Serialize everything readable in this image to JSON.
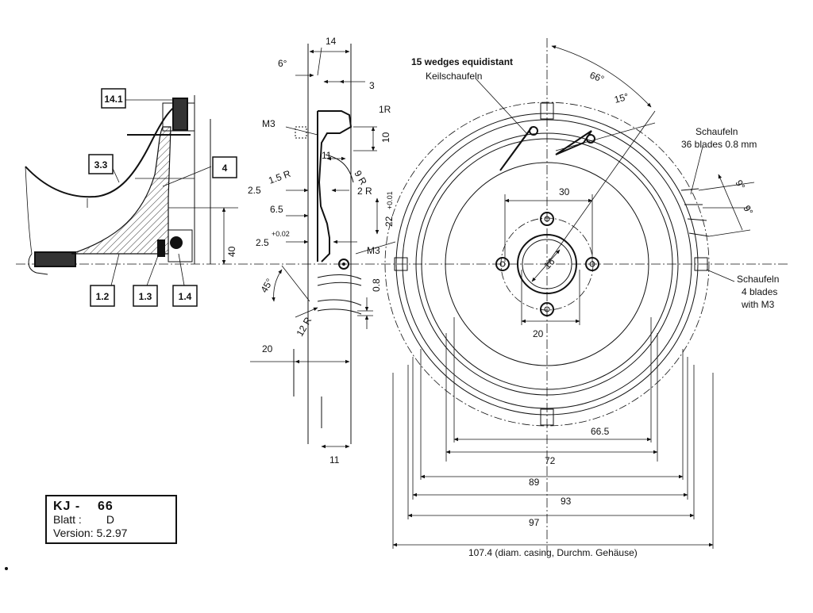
{
  "title_block": {
    "model": "KJ -",
    "model_number": "66",
    "sheet_label": "Blatt :",
    "sheet_value": "D",
    "version_label": "Version:",
    "version_value": "5.2.97"
  },
  "part_labels": {
    "p14_1": "14.1",
    "p3_3": "3.3",
    "p4": "4",
    "p1_2": "1.2",
    "p1_3": "1.3",
    "p1_4": "1.4"
  },
  "section_dims": {
    "w14": "14",
    "ang6": "6°",
    "d3": "3",
    "r1": "1R",
    "m3_top": "M3",
    "d10": "10",
    "d11_top": "11",
    "r9": "9 R",
    "r1_5": "1.5 R",
    "d2_5": "2.5",
    "r2": "2 R",
    "d6_5": "6.5",
    "d22": "22",
    "d22_tol": "+0.01",
    "d2_5b": "2.5",
    "d2_5b_tol": "+0.02",
    "m3_bottom": "M3",
    "d40": "40",
    "ang45": "45°",
    "d0_8": "0.8",
    "r12": "12 R",
    "d20_side": "20",
    "d11_bottom": "11"
  },
  "front_view": {
    "wedges_en": "15 wedges equidistant",
    "wedges_de": "Keilschaufeln",
    "ang66": "66°",
    "ang15": "15°",
    "blades36_de": "Schaufeln",
    "blades36_en": "36 blades 0.8 mm",
    "ang9a": "9°",
    "ang9b": "9°",
    "blades4_de": "Schaufeln",
    "blades4_en": "4 blades",
    "blades4_m3": "with M3",
    "d30": "30",
    "d16": "16",
    "d20": "20",
    "d66_5": "66.5",
    "d72": "72",
    "d89": "89",
    "d93": "93",
    "d97": "97",
    "d107_4": "107.4 (diam. casing, Durchm. Gehäuse)"
  }
}
